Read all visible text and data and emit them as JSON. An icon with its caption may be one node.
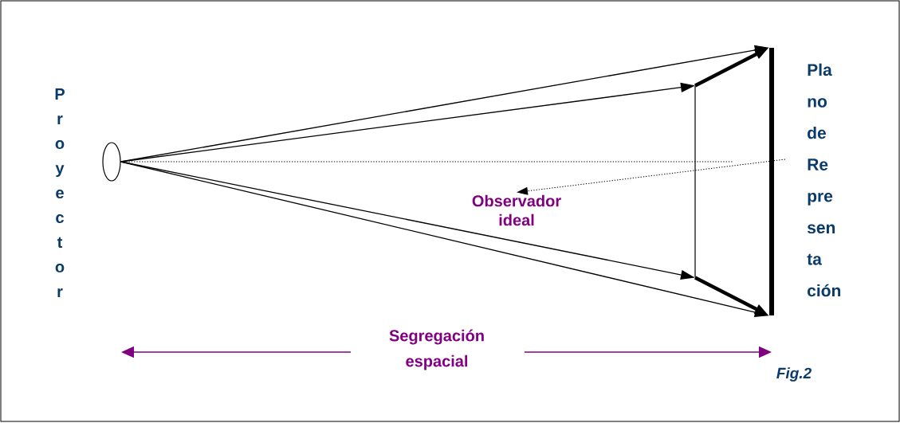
{
  "diagram": {
    "nodes": [
      {
        "text": [],
        "shape": "circle"
      },
      {
        "text": [],
        "shape": "bar"
      },
      {
        "text": [],
        "shape": "bar"
      },
      {
        "text": [
          "Observador ideal"
        ]
      }
    ],
    "edges": [
      {
        "from": 0,
        "to": 2,
        "arrow": "to"
      },
      {
        "from": 0,
        "to": 1,
        "arrow": "to"
      },
      {
        "from": 1,
        "to": 2,
        "arrow": "to",
        "style": "thick"
      },
      {
        "from": 0,
        "to": 1,
        "arrow": "to"
      },
      {
        "from": 0,
        "to": 2,
        "arrow": "to"
      },
      {
        "from": 1,
        "to": 2,
        "arrow": "to",
        "style": "thick"
      },
      {
        "from": 0,
        "to": null,
        "arrow": "none",
        "style": "dashed"
      },
      {
        "from": null,
        "to": 3,
        "arrow": "to",
        "style": "dashed"
      }
    ],
    "labels": [
      "Proyector",
      "Pla no de Re pre sen ta ción",
      "Segregación espacial",
      "Fig.2"
    ]
  }
}
